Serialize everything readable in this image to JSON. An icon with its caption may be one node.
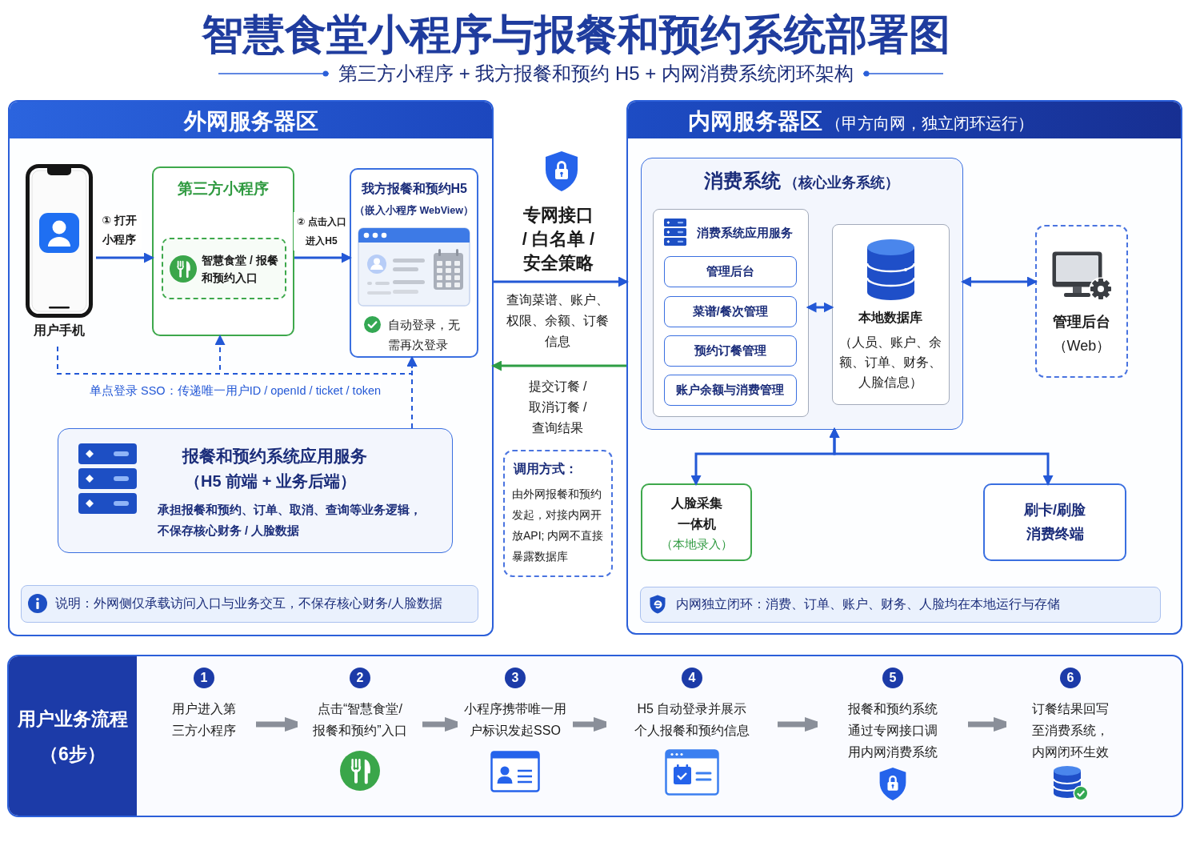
{
  "diagram": {
    "title": "智慧食堂小程序与报餐和预约系统部署图",
    "nodes": [
      {
        "text": [
          "外网服务器区"
        ]
      },
      {
        "text": [
          "用户手机"
        ],
        "in": 0
      },
      {
        "text": [
          "第三方小程序"
        ],
        "in": 0
      },
      {
        "text": [
          "智慧食堂 / 报餐和预约入口"
        ],
        "in": 2
      },
      {
        "text": [
          "我方报餐和预约H5",
          "（嵌入小程序 WebView）",
          "自动登录，无需再次登录"
        ],
        "in": 0
      },
      {
        "text": [
          "报餐和预约系统应用服务",
          "（H5 前端 + 业务后端）",
          "承担报餐和预约、订单、取消、查询等业务逻辑，不保存核心财务 / 人脸数据"
        ],
        "in": 0
      },
      {
        "text": [
          "说明：外网侧仅承载访问入口与业务交互，不保存核心财务/人脸数据"
        ],
        "in": 0
      },
      {
        "text": [
          "调用方式：",
          "由外网报餐和预约发起，对接内网开放API; 内网不直接暴露数据库"
        ]
      },
      {
        "text": [
          "内网服务器区",
          "（甲方向网，独立闭环运行）"
        ]
      },
      {
        "text": [
          "消费系统",
          "（核心业务系统）"
        ],
        "in": 8
      },
      {
        "text": [
          "消费系统应用服务"
        ],
        "in": 9
      },
      {
        "text": [
          "管理后台"
        ],
        "in": 10
      },
      {
        "text": [
          "菜谱/餐次管理"
        ],
        "in": 10
      },
      {
        "text": [
          "预约订餐管理"
        ],
        "in": 10
      },
      {
        "text": [
          "账户余额与消费管理"
        ],
        "in": 10
      },
      {
        "text": [
          "本地数据库",
          "（人员、账户、余额、订单、财务、人脸信息）"
        ],
        "in": 9
      },
      {
        "text": [
          "管理后台",
          "（Web）"
        ],
        "in": 8
      },
      {
        "text": [
          "人脸采集一体机",
          "（本地录入）"
        ],
        "in": 8
      },
      {
        "text": [
          "刷卡/刷脸消费终端"
        ],
        "in": 8
      },
      {
        "text": [
          "内网独立闭环：消费、订单、账户、财务、人脸均在本地运行与存储"
        ],
        "in": 8
      },
      {
        "text": [
          "用户业务流程（6步）"
        ]
      },
      {
        "text": [
          "1",
          "用户进入第三方小程序"
        ],
        "in": 20
      },
      {
        "text": [
          "2",
          "点击“智慧食堂/报餐和预约”入口"
        ],
        "in": 20
      },
      {
        "text": [
          "3",
          "小程序携带唯一用户标识发起SSO"
        ],
        "in": 20
      },
      {
        "text": [
          "4",
          "H5 自动登录并展示个人报餐和预约信息"
        ],
        "in": 20
      },
      {
        "text": [
          "5",
          "报餐和预约系统通过专网接口调用内网消费系统"
        ],
        "in": 20
      },
      {
        "text": [
          "6",
          "订餐结果回写至消费系统，内网闭环生效"
        ],
        "in": 20
      }
    ],
    "edges": [
      {
        "from": 1,
        "to": 2,
        "arrow": "to",
        "label": "① 打开小程序"
      },
      {
        "from": 2,
        "to": 4,
        "arrow": "to",
        "label": "② 点击入口进入H5"
      },
      {
        "from": 1,
        "to": 2,
        "arrow": "to",
        "style": "dashed",
        "label": "单点登录 SSO：传递唯一用户ID / openId / ticket / token"
      },
      {
        "from": 1,
        "to": 4,
        "arrow": "to",
        "style": "dashed"
      },
      {
        "from": 5,
        "to": 4,
        "arrow": "to",
        "style": "dashed"
      },
      {
        "from": 0,
        "to": 8,
        "arrow": "to",
        "label": "查询菜谱、账户、权限、余额、订餐信息"
      },
      {
        "from": 8,
        "to": 0,
        "arrow": "to",
        "color": "#2e9e44",
        "label": "提交订餐 / 取消订餐 / 查询结果"
      },
      {
        "from": 10,
        "to": 15,
        "arrow": "both"
      },
      {
        "from": 9,
        "to": 16,
        "arrow": "both"
      },
      {
        "from": 9,
        "to": 17,
        "arrow": "both"
      },
      {
        "from": 9,
        "to": 18,
        "arrow": "both"
      },
      {
        "from": 21,
        "to": 22,
        "arrow": "to",
        "style": "thick",
        "color": "#8a8f99"
      },
      {
        "from": 22,
        "to": 23,
        "arrow": "to",
        "style": "thick",
        "color": "#8a8f99"
      },
      {
        "from": 23,
        "to": 24,
        "arrow": "to",
        "style": "thick",
        "color": "#8a8f99"
      },
      {
        "from": 24,
        "to": 25,
        "arrow": "to",
        "style": "thick",
        "color": "#8a8f99"
      },
      {
        "from": 25,
        "to": 26,
        "arrow": "to",
        "style": "thick",
        "color": "#8a8f99"
      }
    ],
    "labels": [
      "第三方小程序 + 我方报餐和预约 H5 + 内网消费系统闭环架构",
      "专网接口 / 白名单 / 安全策略"
    ]
  }
}
